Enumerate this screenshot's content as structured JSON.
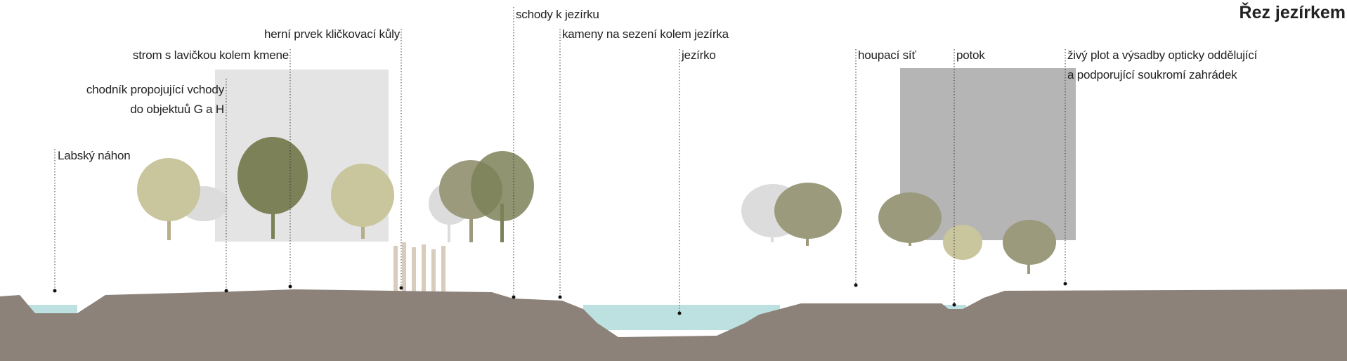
{
  "title": "Řez jezírkem",
  "labels": {
    "labsky_nahon": "Labský náhon",
    "chodnik_1": "chodník propojující vchody",
    "chodnik_2": "do objektuů G a H",
    "strom": "strom s lavičkou kolem kmene",
    "herni_prvek": "herní prvek kličkovací kůly",
    "schody": "schody k jezírku",
    "kameny": "kameny na sezení kolem jezírka",
    "jezirko": "jezírko",
    "houpaci_sit": "houpací síť",
    "potok": "potok",
    "zivy_plot_1": "živý plot a výsadby opticky oddělující",
    "zivy_plot_2": "a podporující soukromí zahrádek"
  },
  "colors": {
    "ground": "#8c8279",
    "water": "#bde0e0",
    "building_light": "#e4e4e4",
    "building_dark": "#b5b5b6",
    "tree_light": "#c9c59c",
    "tree_mid": "#9b9a7c",
    "tree_dark": "#7d8158"
  }
}
